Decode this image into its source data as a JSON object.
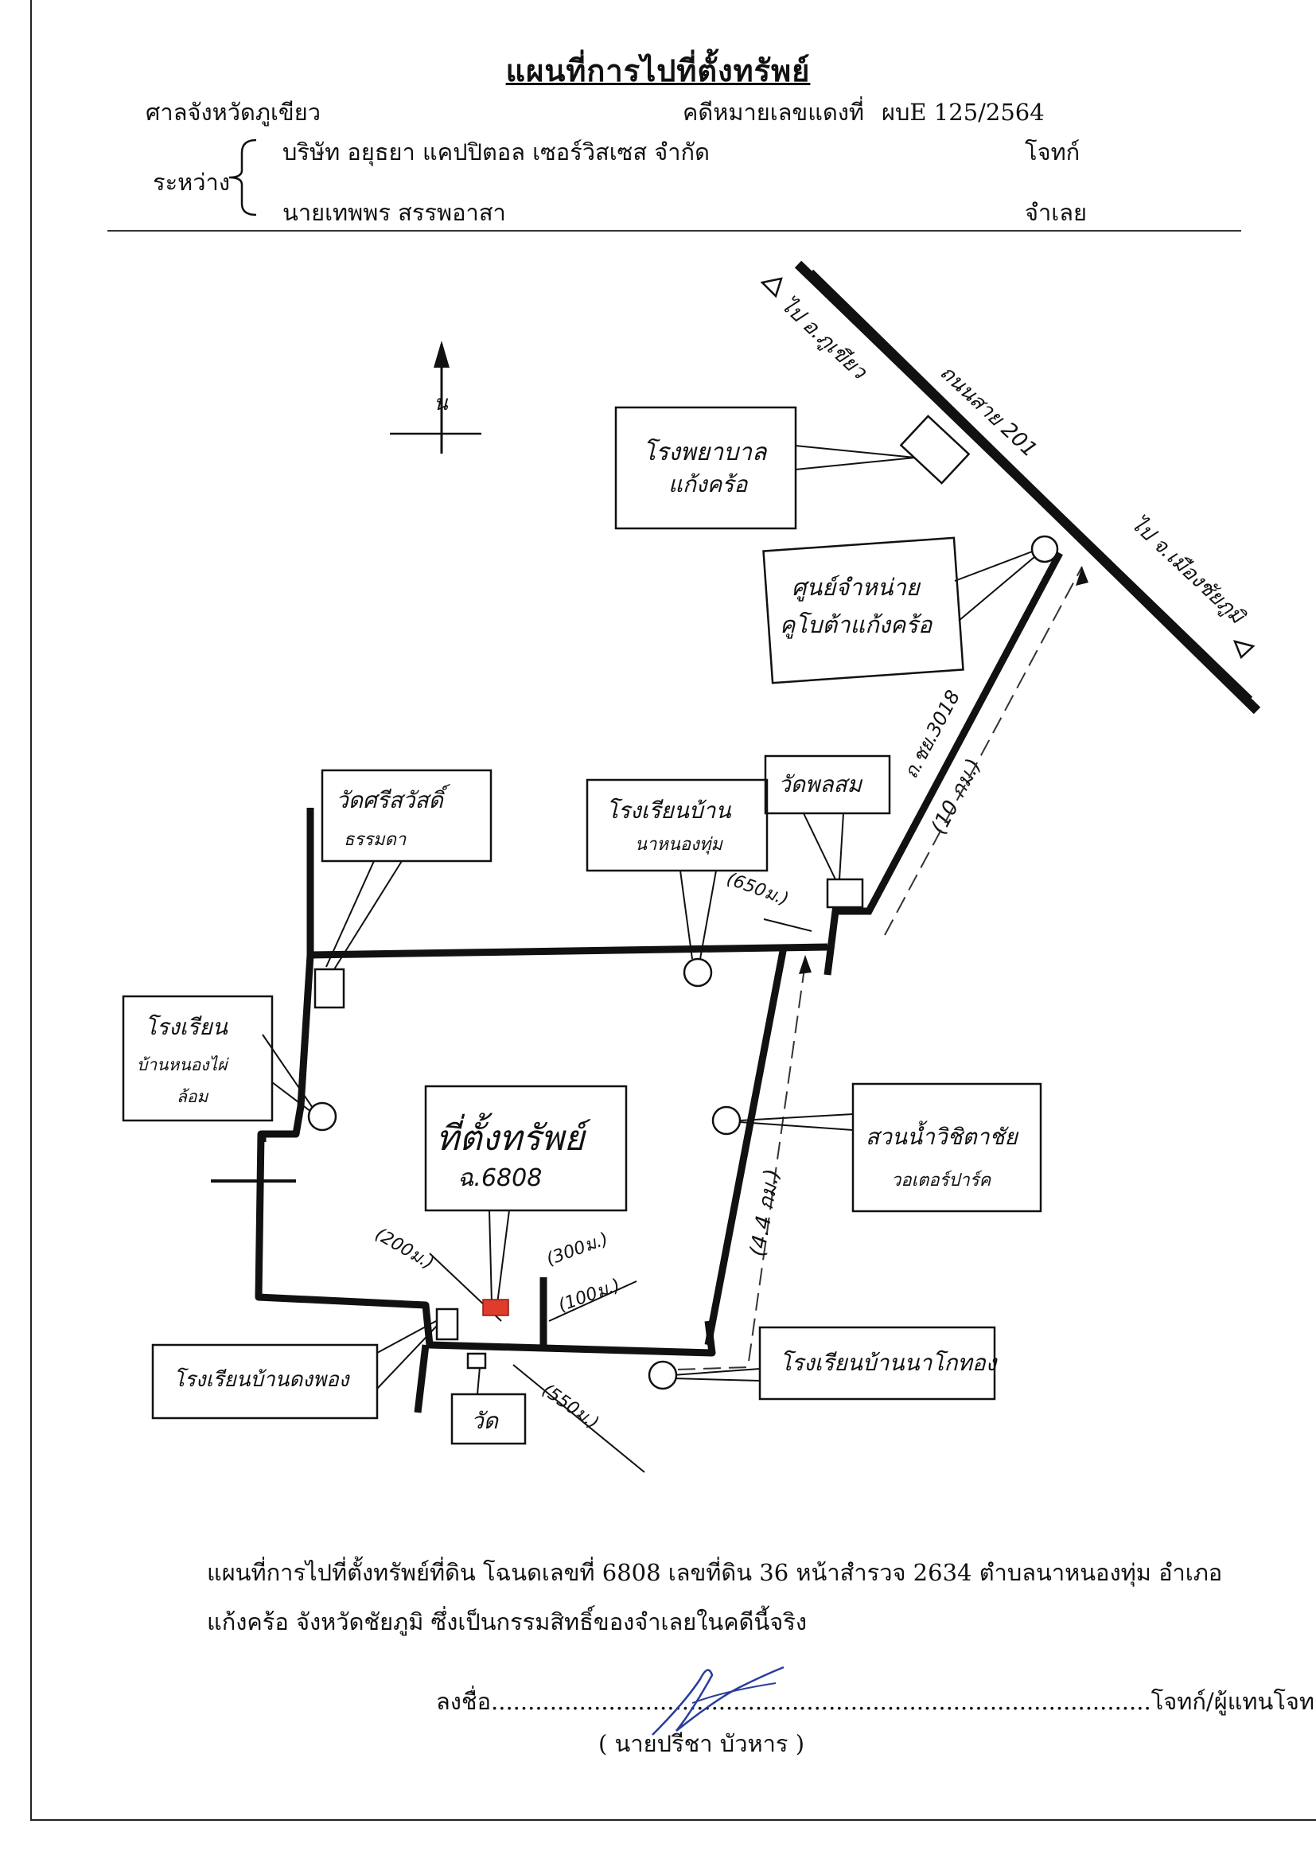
{
  "header": {
    "title": "แผนที่การไปที่ตั้งทรัพย์",
    "court": "ศาลจังหวัดภูเขียว",
    "case_label": "คดีหมายเลขแดงที่",
    "case_number": "ผบE 125/2564",
    "between_label": "ระหว่าง",
    "plaintiff_name": "บริษัท อยุธยา แคปปิตอล เซอร์วิสเซส  จำกัด",
    "plaintiff_role": "โจทก์",
    "defendant_name": "นายเทพพร   สรรพอาสา",
    "defendant_role": "จำเลย"
  },
  "map": {
    "north_label": "น",
    "road_labels": {
      "highway": "ถนนสาย 201",
      "to_north": "ไป อ.ภูเขียว",
      "to_south": "ไป จ.เมืองชัยภูมิ",
      "local_road": "ถ.ชย.3018",
      "dist_10km": "(10 กม.)",
      "dist_4_4km": "(4.4 กม.)",
      "dist_650m": "(650ม.)",
      "dist_550m": "(550ม.)",
      "dist_300m": "(300ม.)",
      "dist_200m": "(200ม.)",
      "dist_100m": "(100ม.)"
    },
    "landmarks": {
      "hospital": [
        "โรงพยาบาล",
        "แก้งคร้อ"
      ],
      "kubota": [
        "ศูนย์จำหน่าย",
        "คูโบต้าแก้งคร้อ"
      ],
      "wat_phon_som": "วัดพลสม",
      "school_na_nong_thum": [
        "โรงเรียนบ้าน",
        "นาหนองทุ่ม"
      ],
      "wat_sri_sawat": [
        "วัดศรีสวัสดิ์",
        "ธรรมดา"
      ],
      "school_nong_phai": [
        "โรงเรียน",
        "บ้านหนองไผ่",
        "ล้อม"
      ],
      "park": [
        "สวนน้ำวิชิตาชัย",
        "วอเตอร์ปาร์ค"
      ],
      "school_na_kok_thong": "โรงเรียนบ้านนาโกทอง",
      "school_dong_phong": "โรงเรียนบ้านดงพอง",
      "wat": "วัด",
      "property": [
        "ที่ตั้งทรัพย์",
        "ฉ.6808"
      ]
    }
  },
  "description": "แผนที่การไปที่ตั้งทรัพย์ที่ดิน โฉนดเลขที่ 6808  เลขที่ดิน 36  หน้าสำรวจ 2634 ตำบลนาหนองทุ่ม อำเภอแก้งคร้อ  จังหวัดชัยภูมิ ซึ่งเป็นกรรมสิทธิ์ของจำเลยในคดีนี้จริง",
  "signature": {
    "prefix": "ลงชื่อ",
    "dots": "..........................................................................................",
    "role": "โจทก์/ผู้แทนโจทก์",
    "name": "( นายปรีชา   บัวหาร )"
  },
  "colors": {
    "ink": "#111111",
    "property_marker": "#e03c2c"
  }
}
